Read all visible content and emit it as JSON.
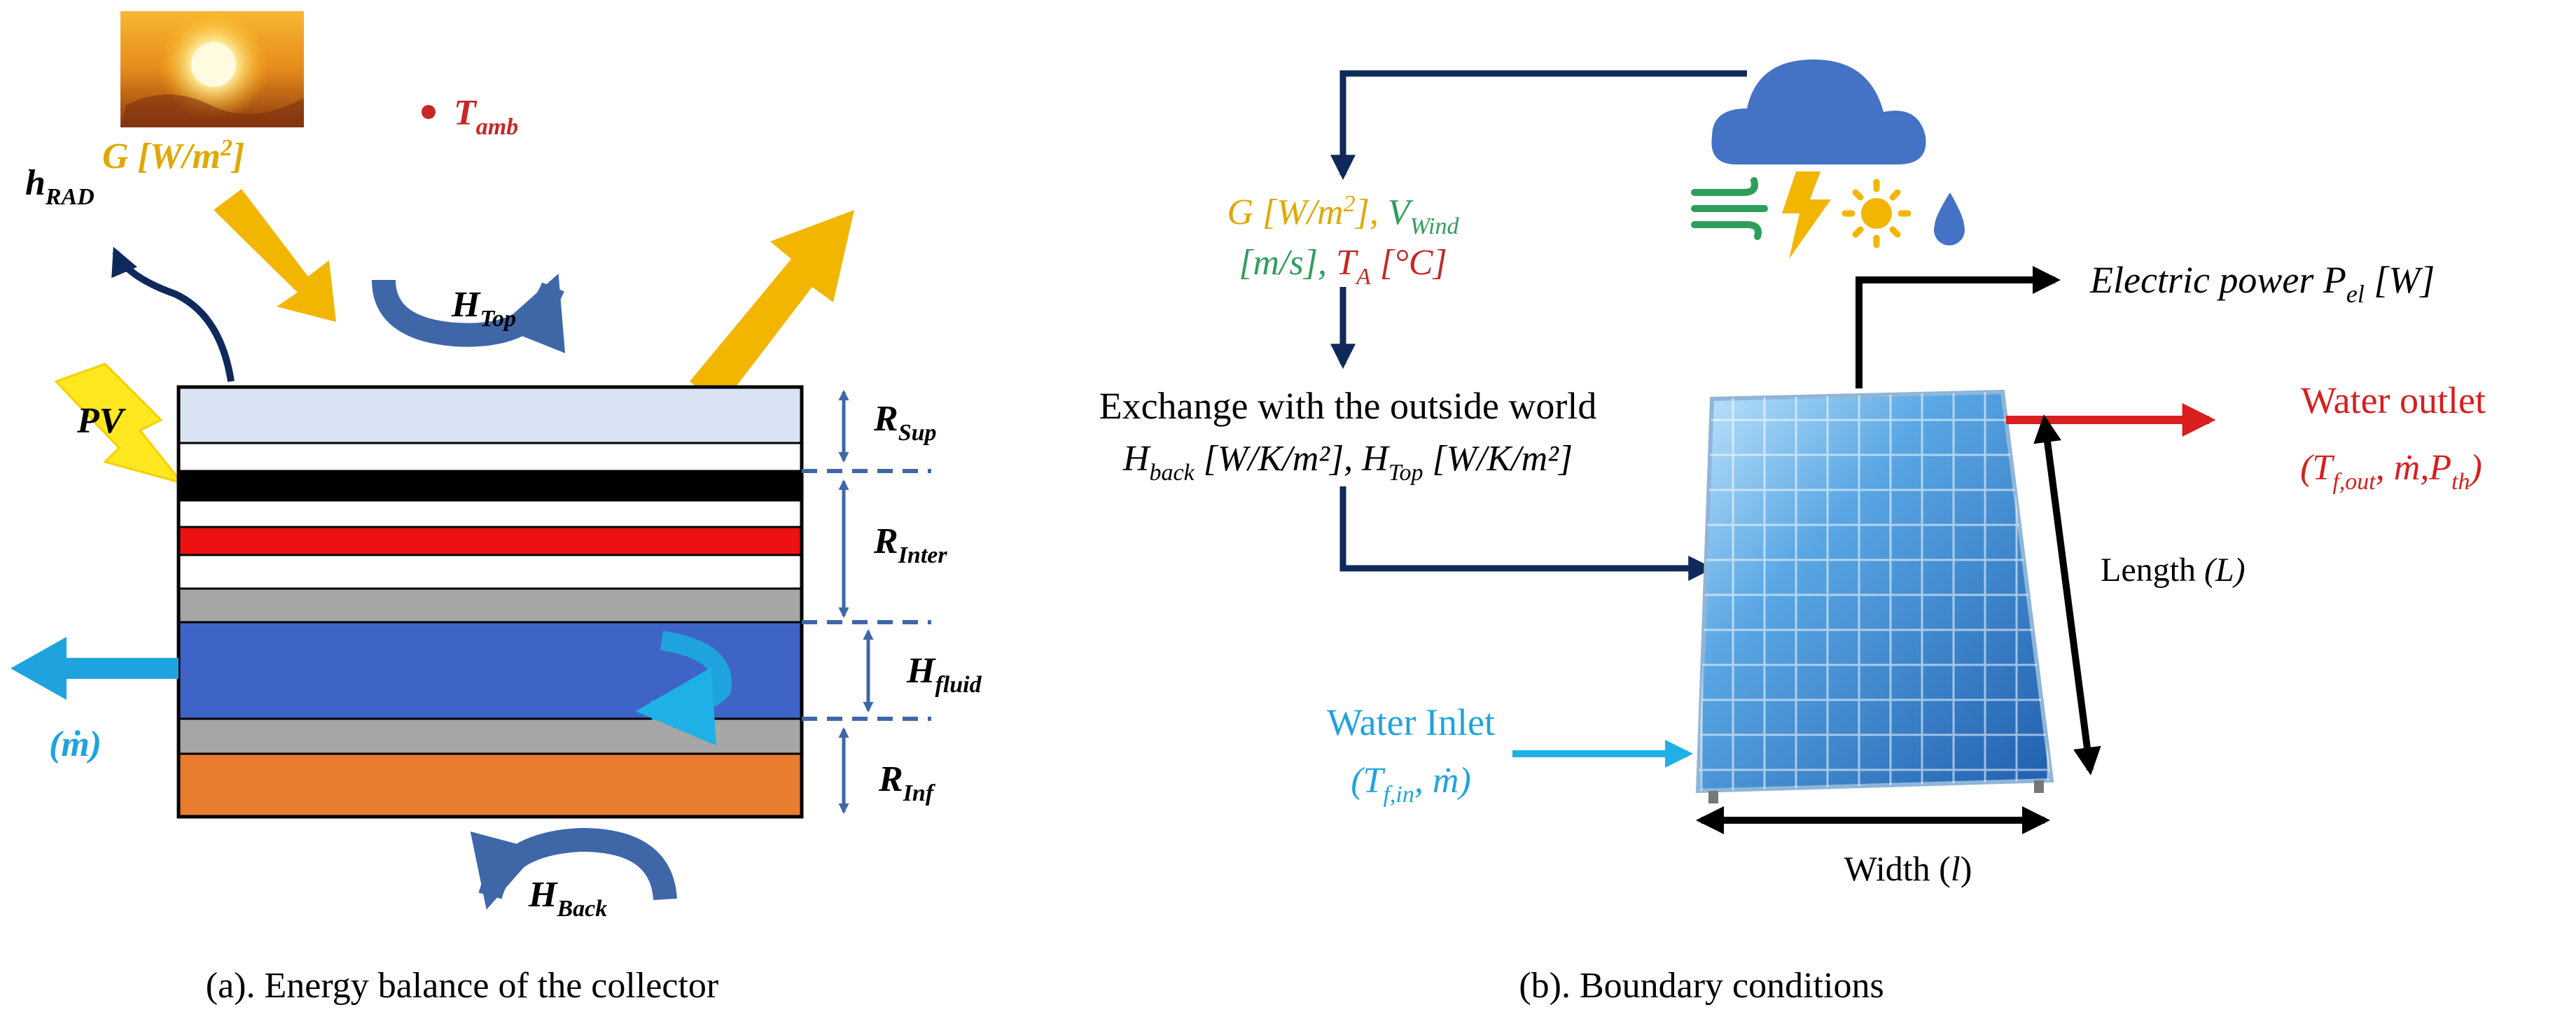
{
  "panel_a": {
    "caption": "(a). Energy balance of the collector",
    "irradiance": {
      "main": "G [W/m",
      "sup": "2",
      "tail": "]"
    },
    "ambient": {
      "main": "T",
      "sub": "amb"
    },
    "radiation": {
      "main": "h",
      "sub": "RAD"
    },
    "pv_label": "PV",
    "h_top": {
      "main": "H",
      "sub": "Top"
    },
    "h_back": {
      "main": "H",
      "sub": "Back"
    },
    "r_sup": {
      "main": "R",
      "sub": "Sup"
    },
    "r_inter": {
      "main": "R",
      "sub": "Inter"
    },
    "h_fluid": {
      "main": "H",
      "sub": "fluid"
    },
    "r_inf": {
      "main": "R",
      "sub": "Inf"
    },
    "mass_flow": "(ṁ)"
  },
  "panel_b": {
    "caption": "(b). Boundary conditions",
    "inputs_line1": {
      "g": "G [W/m",
      "g_sup": "2",
      "g_tail": "], ",
      "v": "V",
      "v_sub": "Wind"
    },
    "inputs_line2": {
      "ms": "[m/s], ",
      "t": "T",
      "t_sub": "A",
      "t_tail": " [°C]"
    },
    "exchange_title": "Exchange with the outside world",
    "exchange_line2": {
      "hb": "H",
      "hb_sub": "back",
      "hb_tail": " [W/K/m²], ",
      "ht": "H",
      "ht_sub": "Top",
      "ht_tail": " [W/K/m²]"
    },
    "electric": {
      "main": "Electric power P",
      "sub": "el",
      "tail": " [W]"
    },
    "outlet_title": "Water outlet",
    "outlet_vars": {
      "open": "(T",
      "sub": "f,out",
      "mid": ", ṁ,P",
      "sub2": "th",
      "close": ")"
    },
    "inlet_title": "Water Inlet",
    "inlet_vars": {
      "open": "(T",
      "sub": "f,in",
      "close": ", ṁ)"
    },
    "length": {
      "main": "Length ",
      "var": "(L)"
    },
    "width": {
      "main": "Width (",
      "var": "l",
      "close": ")"
    }
  },
  "colors": {
    "navy": "#0f2a5a",
    "gold": "#f2b600",
    "red": "#c62828",
    "blue_arrow": "#2e5aa8",
    "cyan": "#1fb0e6",
    "green": "#2e9e5b",
    "fluid": "#3d64c6",
    "orange_layer": "#e87d2f"
  }
}
